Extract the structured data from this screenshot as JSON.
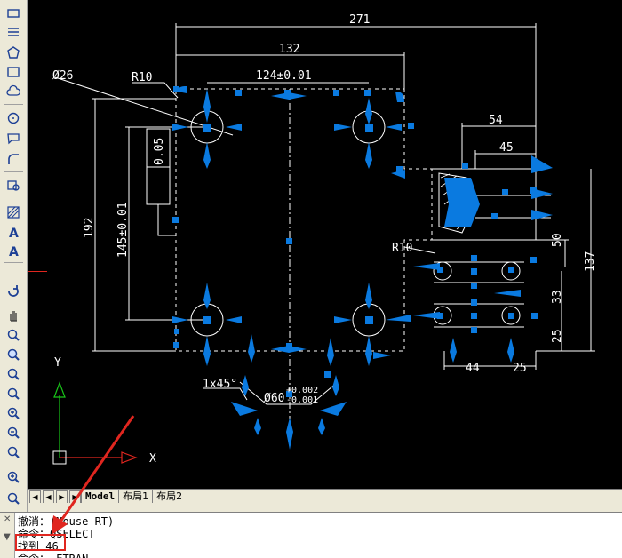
{
  "drawing": {
    "dimensions": {
      "d271": "271",
      "d132": "132",
      "d124": "124±0.01",
      "d54": "54",
      "d45": "45",
      "d192": "192",
      "d145": "145±0.01",
      "d005": "0.05",
      "d50": "50",
      "d137": "137",
      "d33": "33",
      "d25v": "25",
      "d44": "44",
      "d25h": "25",
      "dia26": "Ø26",
      "r10a": "R10",
      "r10b": "R10",
      "chamfer": "1x45°",
      "dia60": "Ø60",
      "tol_up": "+0.002",
      "tol_dn": "-0.001"
    },
    "ucs": {
      "y_label": "Y",
      "x_label": "X"
    }
  },
  "tabs": {
    "model": "Model",
    "layout1": "布局1",
    "layout2": "布局2"
  },
  "command": {
    "line1": "撤消：(Mouse RT)",
    "line2": "命令：QSELECT",
    "line3": "找到 46",
    "line4": "命令：_ETRAN"
  },
  "colors": {
    "grip": "#0a7ae0",
    "annotation": "#e0261f",
    "ucs_y": "#19c419",
    "ucs_x": "#e0261f"
  }
}
